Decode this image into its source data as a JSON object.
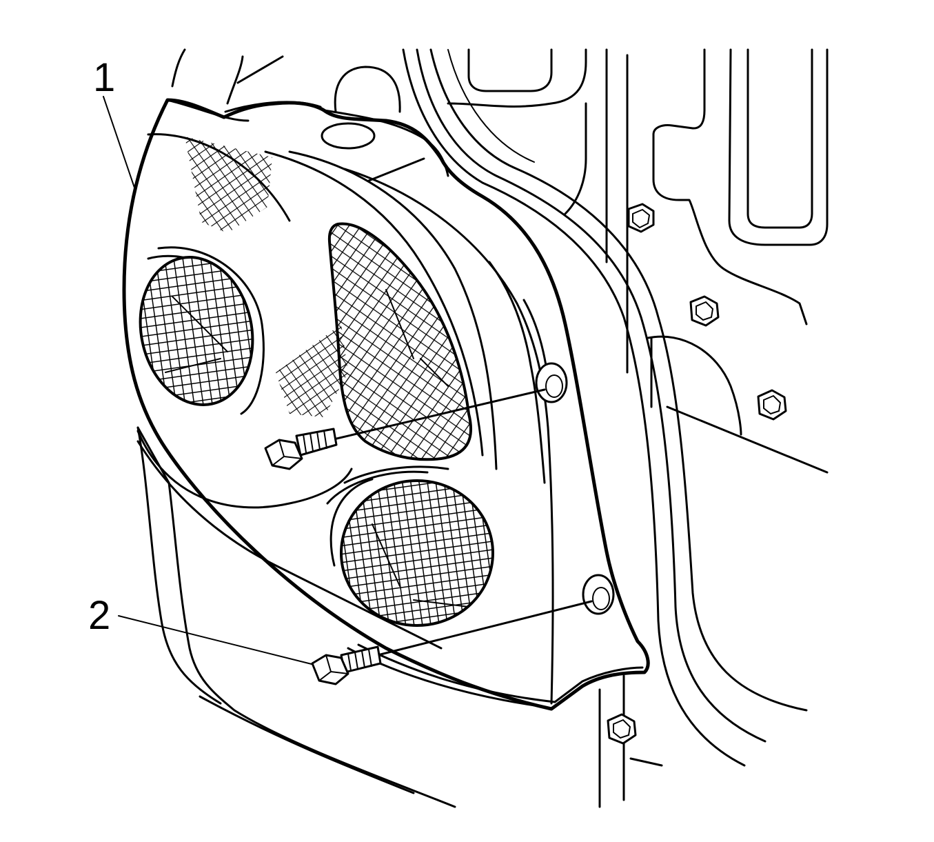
{
  "callouts": [
    {
      "label": "1",
      "part": "speaker-enclosure"
    },
    {
      "label": "2",
      "part": "bolt"
    }
  ]
}
